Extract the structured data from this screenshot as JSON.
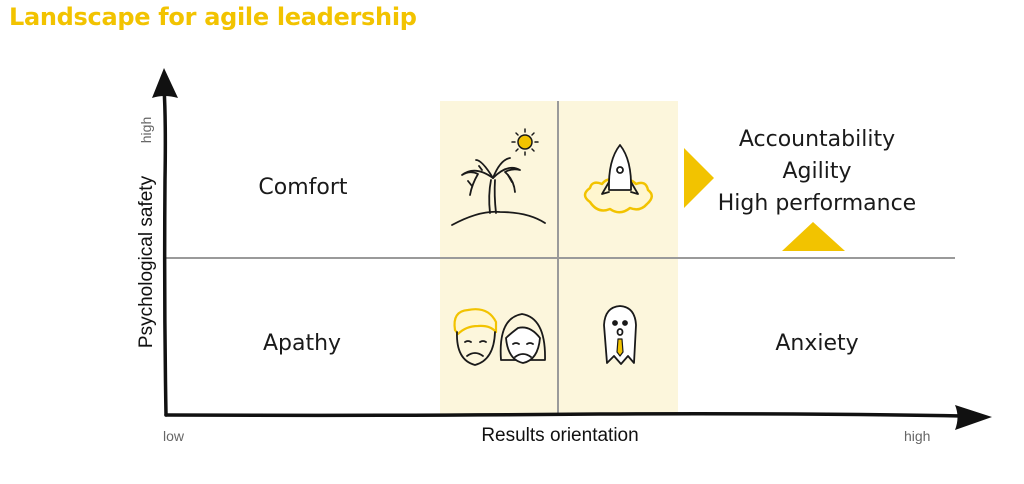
{
  "title": "Landscape for agile leadership",
  "axes": {
    "x_label": "Results orientation",
    "x_low": "low",
    "x_high": "high",
    "y_label": "Psychological safety",
    "y_high": "high"
  },
  "quadrants": {
    "top_left": "Comfort",
    "bottom_left": "Apathy",
    "bottom_right": "Anxiety",
    "top_right_lines": [
      "Accountability",
      "Agility",
      "High performance"
    ]
  },
  "icons": {
    "beach": "palm-tree-island-icon",
    "sun": "sun-icon",
    "rocket": "rocket-icon",
    "faces": "sad-faces-icon",
    "ghost": "ghost-with-tie-icon",
    "pointer_right": "triangle-right-icon",
    "pointer_up": "triangle-up-icon"
  },
  "colors": {
    "accent": "#f2c300",
    "highlight_band": "#fcf6dc",
    "ink": "#1a1a1a",
    "divider": "#9a9a9a"
  }
}
